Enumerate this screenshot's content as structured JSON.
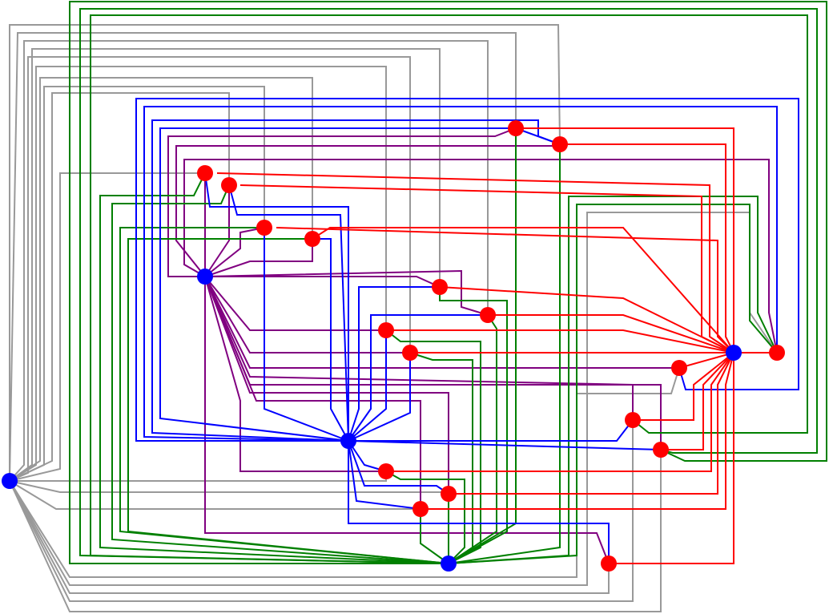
{
  "colors": {
    "red": "#ff0000",
    "blue": "#0000ff",
    "green": "#008000",
    "purple": "#800080",
    "gray": "#999999"
  },
  "nodes": [
    {
      "id": "g1",
      "color": "blue"
    },
    {
      "id": "b1",
      "color": "blue"
    },
    {
      "id": "b2",
      "color": "blue"
    },
    {
      "id": "b3",
      "color": "blue"
    },
    {
      "id": "b4",
      "color": "blue"
    },
    {
      "id": "r1",
      "color": "red"
    },
    {
      "id": "r2",
      "color": "red"
    },
    {
      "id": "r3",
      "color": "red"
    },
    {
      "id": "r4",
      "color": "red"
    },
    {
      "id": "r5",
      "color": "red"
    },
    {
      "id": "r6",
      "color": "red"
    },
    {
      "id": "r7",
      "color": "red"
    },
    {
      "id": "r8",
      "color": "red"
    },
    {
      "id": "r9",
      "color": "red"
    },
    {
      "id": "r10",
      "color": "red"
    },
    {
      "id": "r11",
      "color": "red"
    },
    {
      "id": "r12",
      "color": "red"
    },
    {
      "id": "r13",
      "color": "red"
    },
    {
      "id": "r14",
      "color": "red"
    },
    {
      "id": "r15",
      "color": "red"
    },
    {
      "id": "r16",
      "color": "red"
    },
    {
      "id": "r17",
      "color": "red"
    },
    {
      "id": "r18",
      "color": "red"
    }
  ],
  "edges": [
    {
      "from": "b4",
      "to": "r1",
      "color": "red"
    },
    {
      "from": "b4",
      "to": "r2",
      "color": "red"
    },
    {
      "from": "b4",
      "to": "r3",
      "color": "red"
    },
    {
      "from": "b4",
      "to": "r4",
      "color": "red"
    },
    {
      "from": "b4",
      "to": "r5",
      "color": "red"
    },
    {
      "from": "b4",
      "to": "r6",
      "color": "red"
    },
    {
      "from": "b4",
      "to": "r7",
      "color": "red"
    },
    {
      "from": "b4",
      "to": "r8",
      "color": "red"
    },
    {
      "from": "b4",
      "to": "r9",
      "color": "red"
    },
    {
      "from": "b4",
      "to": "r10",
      "color": "red"
    },
    {
      "from": "b4",
      "to": "r11",
      "color": "red"
    },
    {
      "from": "b4",
      "to": "r12",
      "color": "red"
    },
    {
      "from": "b4",
      "to": "r13",
      "color": "red"
    },
    {
      "from": "b4",
      "to": "r14",
      "color": "red"
    },
    {
      "from": "b4",
      "to": "r15",
      "color": "red"
    },
    {
      "from": "b4",
      "to": "r16",
      "color": "red"
    },
    {
      "from": "b4",
      "to": "r17",
      "color": "red"
    },
    {
      "from": "b4",
      "to": "r18",
      "color": "red"
    },
    {
      "from": "b2",
      "to": "r1",
      "color": "blue"
    },
    {
      "from": "b2",
      "to": "r2",
      "color": "blue"
    },
    {
      "from": "b2",
      "to": "r3",
      "color": "blue"
    },
    {
      "from": "b2",
      "to": "r4",
      "color": "blue"
    },
    {
      "from": "b2",
      "to": "r5",
      "color": "blue"
    },
    {
      "from": "b2",
      "to": "r6",
      "color": "blue"
    },
    {
      "from": "b2",
      "to": "r7",
      "color": "blue"
    },
    {
      "from": "b2",
      "to": "r8",
      "color": "blue"
    },
    {
      "from": "b2",
      "to": "r9",
      "color": "blue"
    },
    {
      "from": "b2",
      "to": "r10",
      "color": "blue"
    },
    {
      "from": "b2",
      "to": "r11",
      "color": "blue"
    },
    {
      "from": "b2",
      "to": "r12",
      "color": "blue"
    },
    {
      "from": "b2",
      "to": "r13",
      "color": "blue"
    },
    {
      "from": "b2",
      "to": "r14",
      "color": "blue"
    },
    {
      "from": "b2",
      "to": "r15",
      "color": "blue"
    },
    {
      "from": "b2",
      "to": "r16",
      "color": "blue"
    },
    {
      "from": "b2",
      "to": "r17",
      "color": "blue"
    },
    {
      "from": "b2",
      "to": "r18",
      "color": "blue"
    },
    {
      "from": "b3",
      "to": "r1",
      "color": "green"
    },
    {
      "from": "b3",
      "to": "r2",
      "color": "green"
    },
    {
      "from": "b3",
      "to": "r3",
      "color": "green"
    },
    {
      "from": "b3",
      "to": "r4",
      "color": "green"
    },
    {
      "from": "b3",
      "to": "r5",
      "color": "green"
    },
    {
      "from": "b3",
      "to": "r6",
      "color": "green"
    },
    {
      "from": "b3",
      "to": "r7",
      "color": "green"
    },
    {
      "from": "b3",
      "to": "r8",
      "color": "green"
    },
    {
      "from": "b3",
      "to": "r9",
      "color": "green"
    },
    {
      "from": "b3",
      "to": "r10",
      "color": "green"
    },
    {
      "from": "b3",
      "to": "r11",
      "color": "green"
    },
    {
      "from": "b3",
      "to": "r12",
      "color": "green"
    },
    {
      "from": "b3",
      "to": "r13",
      "color": "green"
    },
    {
      "from": "b3",
      "to": "r14",
      "color": "green"
    },
    {
      "from": "b3",
      "to": "r15",
      "color": "green"
    },
    {
      "from": "b3",
      "to": "r16",
      "color": "green"
    },
    {
      "from": "b3",
      "to": "r17",
      "color": "green"
    },
    {
      "from": "b3",
      "to": "r18",
      "color": "green"
    },
    {
      "from": "b1",
      "to": "r1",
      "color": "purple"
    },
    {
      "from": "b1",
      "to": "r2",
      "color": "purple"
    },
    {
      "from": "b1",
      "to": "r3",
      "color": "purple"
    },
    {
      "from": "b1",
      "to": "r4",
      "color": "purple"
    },
    {
      "from": "b1",
      "to": "r5",
      "color": "purple"
    },
    {
      "from": "b1",
      "to": "r6",
      "color": "purple"
    },
    {
      "from": "b1",
      "to": "r7",
      "color": "purple"
    },
    {
      "from": "b1",
      "to": "r8",
      "color": "purple"
    },
    {
      "from": "b1",
      "to": "r9",
      "color": "purple"
    },
    {
      "from": "b1",
      "to": "r10",
      "color": "purple"
    },
    {
      "from": "b1",
      "to": "r11",
      "color": "purple"
    },
    {
      "from": "b1",
      "to": "r12",
      "color": "purple"
    },
    {
      "from": "b1",
      "to": "r13",
      "color": "purple"
    },
    {
      "from": "b1",
      "to": "r14",
      "color": "purple"
    },
    {
      "from": "b1",
      "to": "r15",
      "color": "purple"
    },
    {
      "from": "b1",
      "to": "r16",
      "color": "purple"
    },
    {
      "from": "b1",
      "to": "r17",
      "color": "purple"
    },
    {
      "from": "b1",
      "to": "r18",
      "color": "purple"
    },
    {
      "from": "g1",
      "to": "r1",
      "color": "gray"
    },
    {
      "from": "g1",
      "to": "r2",
      "color": "gray"
    },
    {
      "from": "g1",
      "to": "r3",
      "color": "gray"
    },
    {
      "from": "g1",
      "to": "r4",
      "color": "gray"
    },
    {
      "from": "g1",
      "to": "r5",
      "color": "gray"
    },
    {
      "from": "g1",
      "to": "r6",
      "color": "gray"
    },
    {
      "from": "g1",
      "to": "r7",
      "color": "gray"
    },
    {
      "from": "g1",
      "to": "r8",
      "color": "gray"
    },
    {
      "from": "g1",
      "to": "r9",
      "color": "gray"
    },
    {
      "from": "g1",
      "to": "r10",
      "color": "gray"
    },
    {
      "from": "g1",
      "to": "r11",
      "color": "gray"
    },
    {
      "from": "g1",
      "to": "r12",
      "color": "gray"
    },
    {
      "from": "g1",
      "to": "r13",
      "color": "gray"
    },
    {
      "from": "g1",
      "to": "r14",
      "color": "gray"
    },
    {
      "from": "g1",
      "to": "r15",
      "color": "gray"
    },
    {
      "from": "g1",
      "to": "r16",
      "color": "gray"
    },
    {
      "from": "g1",
      "to": "r17",
      "color": "gray"
    },
    {
      "from": "g1",
      "to": "r18",
      "color": "gray"
    }
  ]
}
